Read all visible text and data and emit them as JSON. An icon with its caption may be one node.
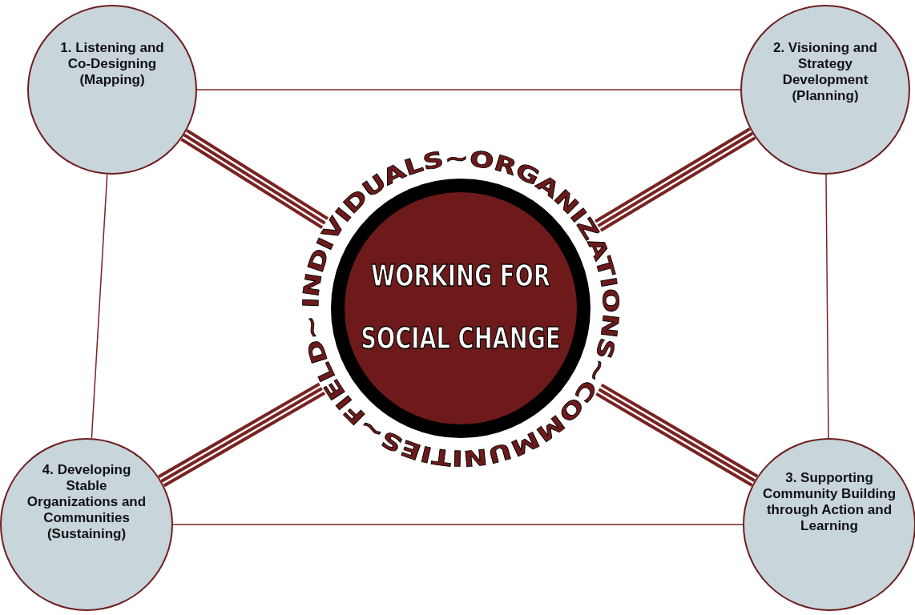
{
  "diagram": {
    "nodes": [
      {
        "text": [
          "1.  Listening and Co-Designing (Mapping)"
        ]
      },
      {
        "text": [
          "2. Visioning and Strategy Development (Planning)"
        ]
      },
      {
        "text": [
          "3.  Supporting Community Building through Action and Learning"
        ]
      },
      {
        "text": [
          "4.  Developing Stable Organizations and Communities (Sustaining)"
        ]
      },
      {
        "text": [
          "WORKING FOR SOCIAL CHANGE",
          "INDIVIDUALS~ORGANIZATIONS~COMMUNITIES~FIELD~"
        ]
      }
    ],
    "edges": [
      {
        "from": 0,
        "to": 1,
        "arrow": "none"
      },
      {
        "from": 1,
        "to": 2,
        "arrow": "none"
      },
      {
        "from": 2,
        "to": 3,
        "arrow": "none"
      },
      {
        "from": 3,
        "to": 0,
        "arrow": "none"
      },
      {
        "from": 0,
        "to": 4,
        "arrow": "none",
        "style": "thick"
      },
      {
        "from": 1,
        "to": 4,
        "arrow": "none",
        "style": "thick"
      },
      {
        "from": 2,
        "to": 4,
        "arrow": "none",
        "style": "thick"
      },
      {
        "from": 3,
        "to": 4,
        "arrow": "none",
        "style": "thick"
      }
    ]
  }
}
